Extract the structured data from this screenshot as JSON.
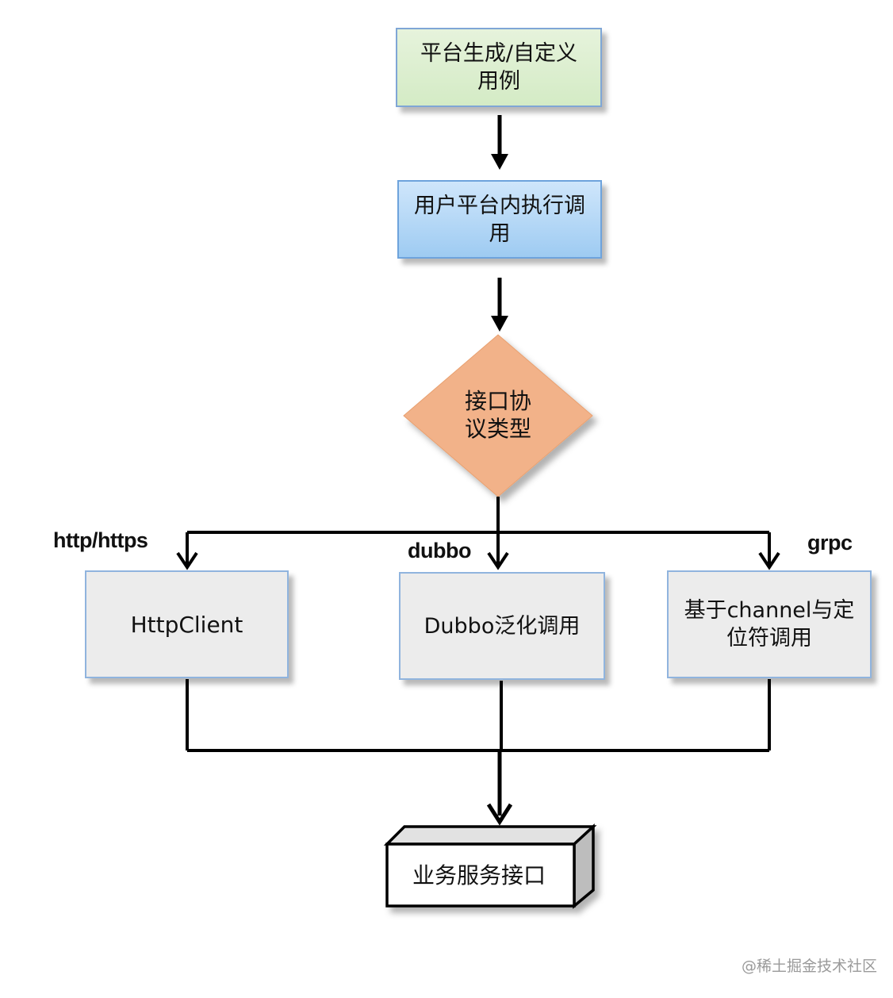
{
  "nodes": {
    "start": {
      "lines": [
        "平台生成/自定义",
        "用例"
      ],
      "fill": "#dcefd0"
    },
    "execute": {
      "lines": [
        "用户平台内执行调",
        "用"
      ],
      "fill": "#b8d9f7"
    },
    "decision": {
      "lines": [
        "接口协",
        "议类型"
      ],
      "fill": "#f2b289"
    },
    "http_client": {
      "label": "HttpClient"
    },
    "dubbo_call": {
      "label": "Dubbo泛化调用"
    },
    "grpc_call": {
      "lines": [
        "基于channel与定",
        "位符调用"
      ]
    },
    "end": {
      "label": "业务服务接口"
    }
  },
  "edge_labels": {
    "http": "http/https",
    "dubbo": "dubbo",
    "grpc": "grpc"
  },
  "watermark": "@稀土掘金技术社区",
  "colors": {
    "start_fill": "#dcefd0",
    "execute_fill": "#b8d9f7",
    "decision_fill": "#f2b289",
    "process_fill": "#ececec",
    "border_blue": "#8fb3de",
    "line": "#000000"
  }
}
